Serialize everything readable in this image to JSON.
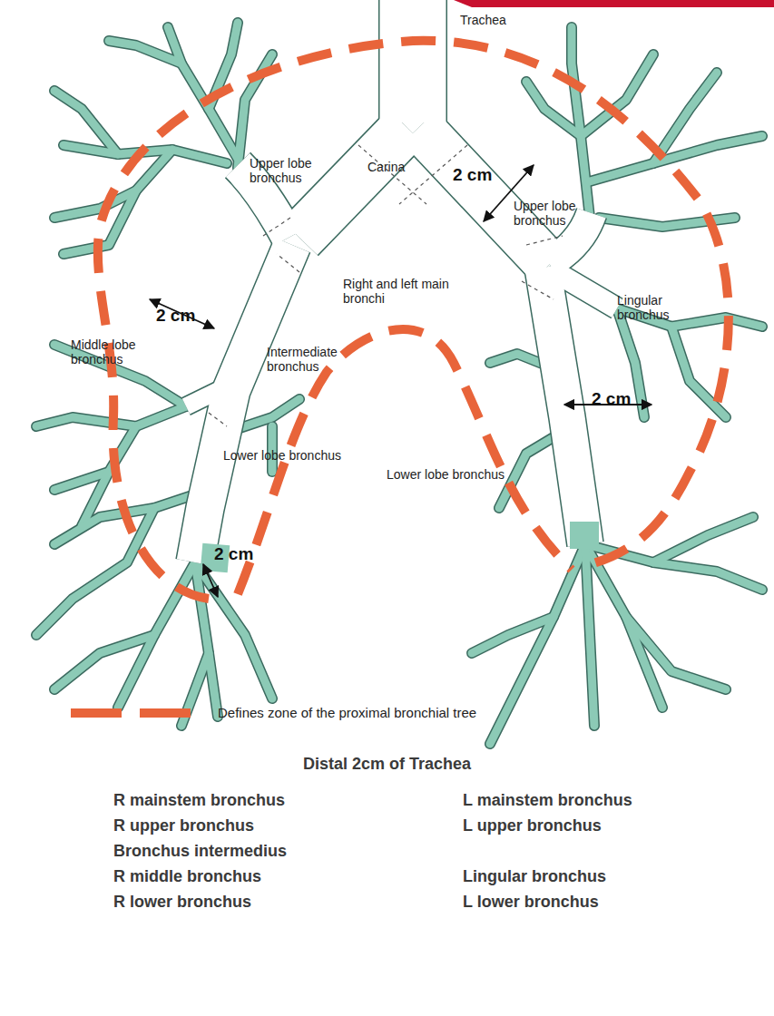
{
  "diagram": {
    "labels": [
      "Trachea",
      "Upper lobe bronchus",
      "Carina",
      "2 cm",
      "Upper lobe bronchus",
      "Right and left main bronchi",
      "Lingular bronchus",
      "2 cm",
      "Middle lobe bronchus",
      "Intermediate bronchus",
      "2 cm",
      "Lower lobe bronchus",
      "Lower lobe bronchus",
      "2 cm",
      "Distal 2cm of Trachea",
      "R mainstem bronchus",
      "R upper bronchus",
      "Bronchus intermedius",
      "R middle bronchus",
      "R lower bronchus",
      "L mainstem bronchus",
      "L upper bronchus",
      "Lingular bronchus",
      "L lower bronchus"
    ],
    "legend": [
      {
        "text": "Defines zone of the proximal bronchial tree"
      }
    ]
  }
}
